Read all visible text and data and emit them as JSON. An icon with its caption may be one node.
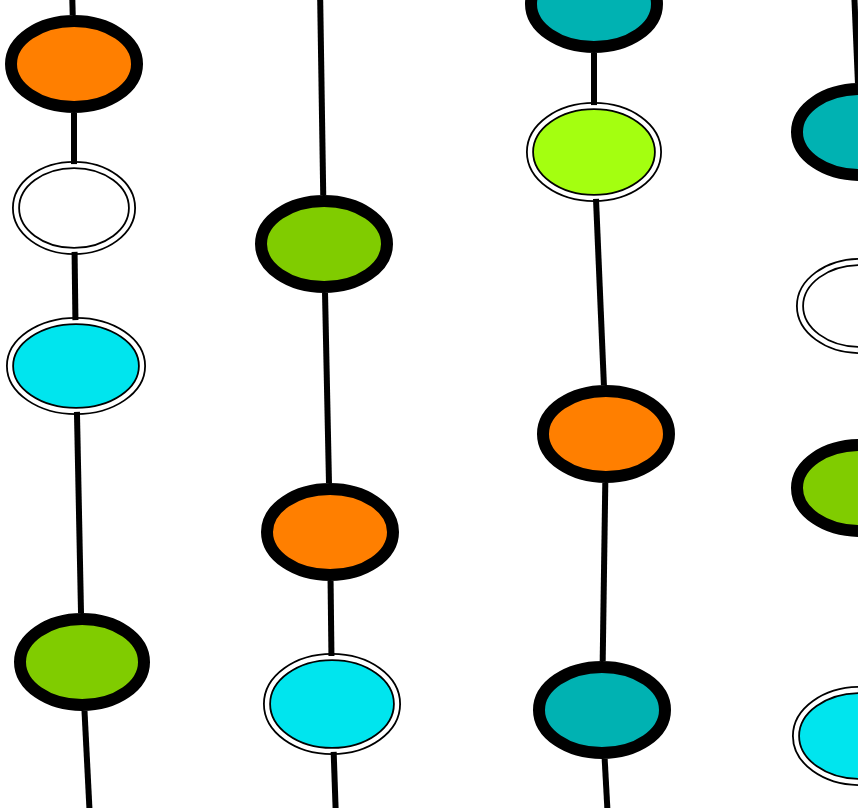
{
  "diagram": {
    "nodes": [
      {
        "text": [],
        "shape": "ellipse"
      },
      {
        "text": [],
        "shape": "ellipse"
      },
      {
        "text": [],
        "shape": "ellipse"
      },
      {
        "text": [],
        "shape": "ellipse"
      },
      {
        "text": [],
        "shape": "ellipse"
      },
      {
        "text": [],
        "shape": "ellipse"
      },
      {
        "text": [],
        "shape": "ellipse"
      },
      {
        "text": [],
        "shape": "ellipse"
      },
      {
        "text": [],
        "shape": "ellipse"
      },
      {
        "text": [],
        "shape": "ellipse"
      },
      {
        "text": [],
        "shape": "ellipse"
      },
      {
        "text": [],
        "shape": "ellipse"
      },
      {
        "text": [],
        "shape": "ellipse"
      },
      {
        "text": [],
        "shape": "ellipse"
      },
      {
        "text": [],
        "shape": "ellipse"
      }
    ],
    "edges": [
      {
        "from": null,
        "to": 0,
        "arrow": "none"
      },
      {
        "from": 0,
        "to": 1,
        "arrow": "none"
      },
      {
        "from": 1,
        "to": 2,
        "arrow": "none"
      },
      {
        "from": 2,
        "to": 3,
        "arrow": "none"
      },
      {
        "from": 3,
        "to": null,
        "arrow": "none"
      },
      {
        "from": null,
        "to": 4,
        "arrow": "none"
      },
      {
        "from": 4,
        "to": 5,
        "arrow": "none"
      },
      {
        "from": 5,
        "to": 6,
        "arrow": "none"
      },
      {
        "from": 6,
        "to": null,
        "arrow": "none"
      },
      {
        "from": 7,
        "to": 8,
        "arrow": "none"
      },
      {
        "from": 8,
        "to": 9,
        "arrow": "none"
      },
      {
        "from": 9,
        "to": 10,
        "arrow": "none"
      },
      {
        "from": 10,
        "to": null,
        "arrow": "none"
      },
      {
        "from": null,
        "to": 11,
        "arrow": "none"
      }
    ]
  }
}
